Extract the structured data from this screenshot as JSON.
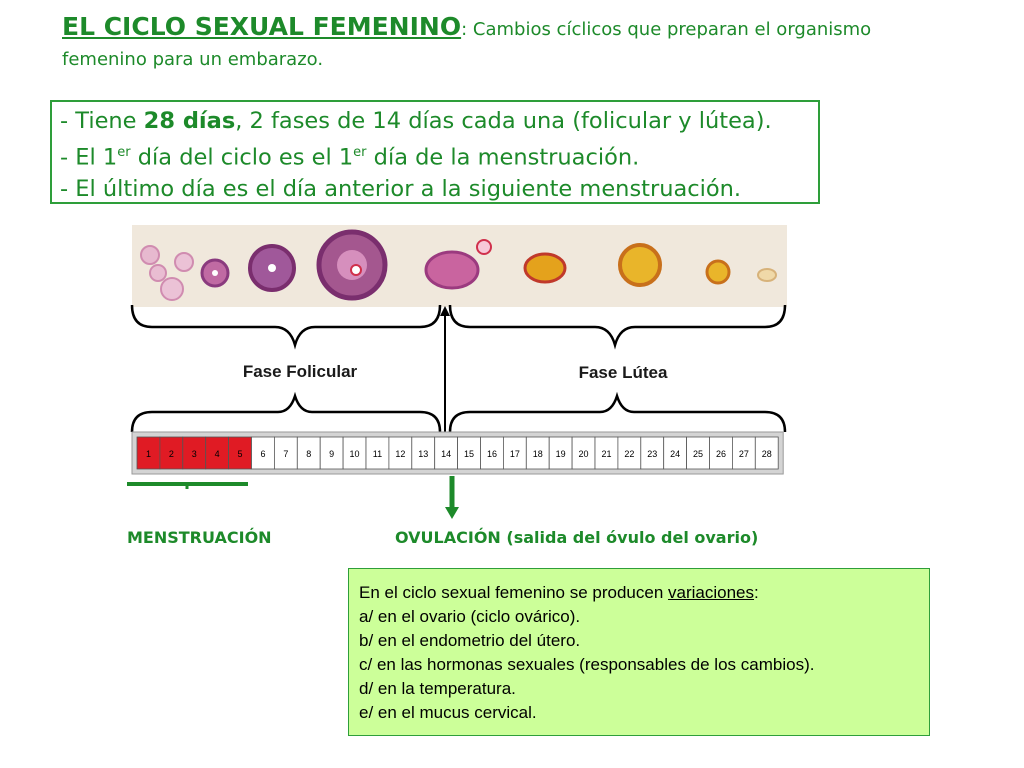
{
  "header": {
    "title": "EL CICLO SEXUAL FEMENINO",
    "subtitle_line1": ": Cambios cíclicos que preparan el organismo",
    "subtitle_line2": "femenino para un embarazo."
  },
  "facts": {
    "line1_pre": "- Tiene ",
    "line1_bold": "28 días",
    "line1_post": ", 2 fases de 14 días cada una (folicular y lútea).",
    "line2_pre": "-  El 1",
    "line2_sup1": "er",
    "line2_mid": " día del ciclo es el 1",
    "line2_sup2": "er",
    "line2_post": " día de la menstruación.",
    "line3": "-  El último día es el día anterior a la siguiente menstruación."
  },
  "diagram": {
    "phase_follicular": "Fase Folicular",
    "phase_luteal": "Fase Lútea",
    "days": [
      "1",
      "2",
      "3",
      "4",
      "5",
      "6",
      "7",
      "8",
      "9",
      "10",
      "11",
      "12",
      "13",
      "14",
      "15",
      "16",
      "17",
      "18",
      "19",
      "20",
      "21",
      "22",
      "23",
      "24",
      "25",
      "26",
      "27",
      "28"
    ],
    "menstruation_days": 5,
    "ovulation_day": 14,
    "colors": {
      "menstruation_cell": "#e01b24",
      "strip_background": "#f0e8dc",
      "accent_green": "#1d8a2a",
      "follicle": "#8a3a7e",
      "corpus_luteum": "#e4a21c"
    }
  },
  "labels": {
    "menstruation": "MENSTRUACIÓN",
    "ovulation": "OVULACIÓN (salida del óvulo del ovario)"
  },
  "variations": {
    "intro_pre": "En el ciclo sexual femenino se producen ",
    "intro_underlined": "variaciones",
    "intro_post": ":",
    "items": [
      "a/ en el ovario (ciclo ovárico).",
      "b/ en el endometrio del útero.",
      "c/ en las hormonas sexuales (responsables de los cambios).",
      "d/ en la temperatura.",
      "e/ en el mucus cervical."
    ]
  }
}
